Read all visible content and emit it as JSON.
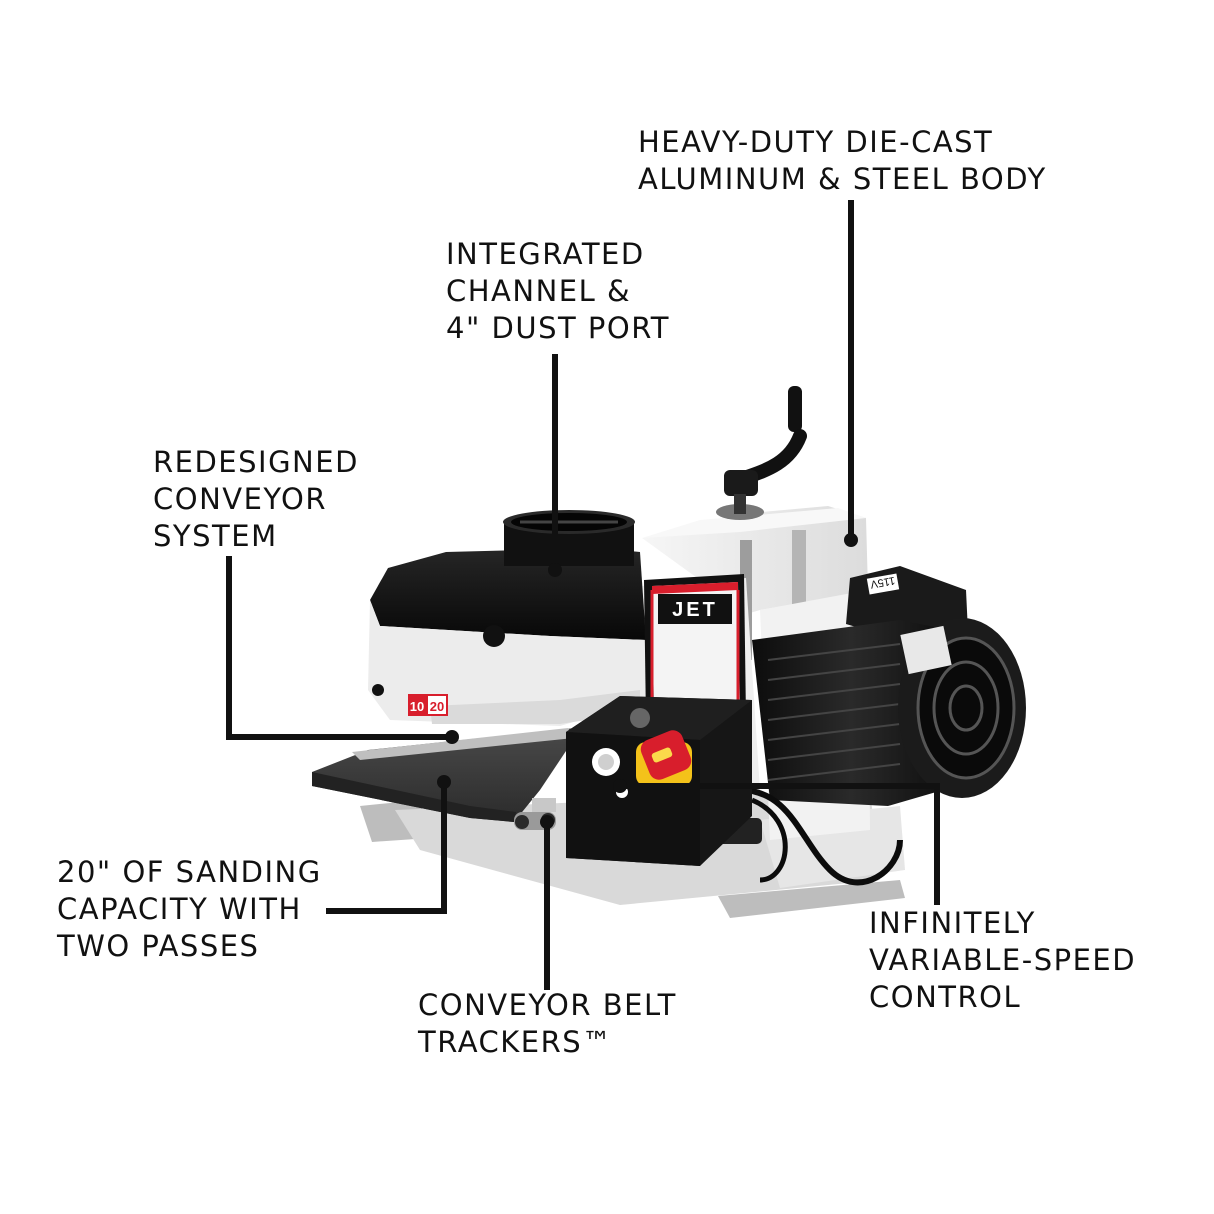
{
  "callouts": {
    "body": {
      "lines": [
        "HEAVY-DUTY DIE-CAST",
        "ALUMINUM & STEEL BODY"
      ]
    },
    "dustport": {
      "lines": [
        "INTEGRATED",
        "CHANNEL &",
        "4\" DUST PORT"
      ]
    },
    "conveyor": {
      "lines": [
        "REDESIGNED",
        "CONVEYOR",
        "SYSTEM"
      ]
    },
    "sanding": {
      "lines": [
        "20\" OF SANDING",
        "CAPACITY WITH",
        "TWO PASSES"
      ]
    },
    "trackers": {
      "lines": [
        "CONVEYOR BELT",
        "TRACKERS™"
      ]
    },
    "speed": {
      "lines": [
        "INFINITELY",
        "VARIABLE-SPEED",
        "CONTROL"
      ]
    }
  },
  "machine": {
    "brand": "JET",
    "model_badge_left": "10",
    "model_badge_right": "20",
    "voltage_label": "115V"
  },
  "colors": {
    "text": "#111111",
    "leader": "#111111",
    "body_white": "#eeeeee",
    "cover_black": "#151515",
    "brand_red": "#d81e2c",
    "switch_yellow": "#f4c21a",
    "belt": "#3a3a3a"
  }
}
